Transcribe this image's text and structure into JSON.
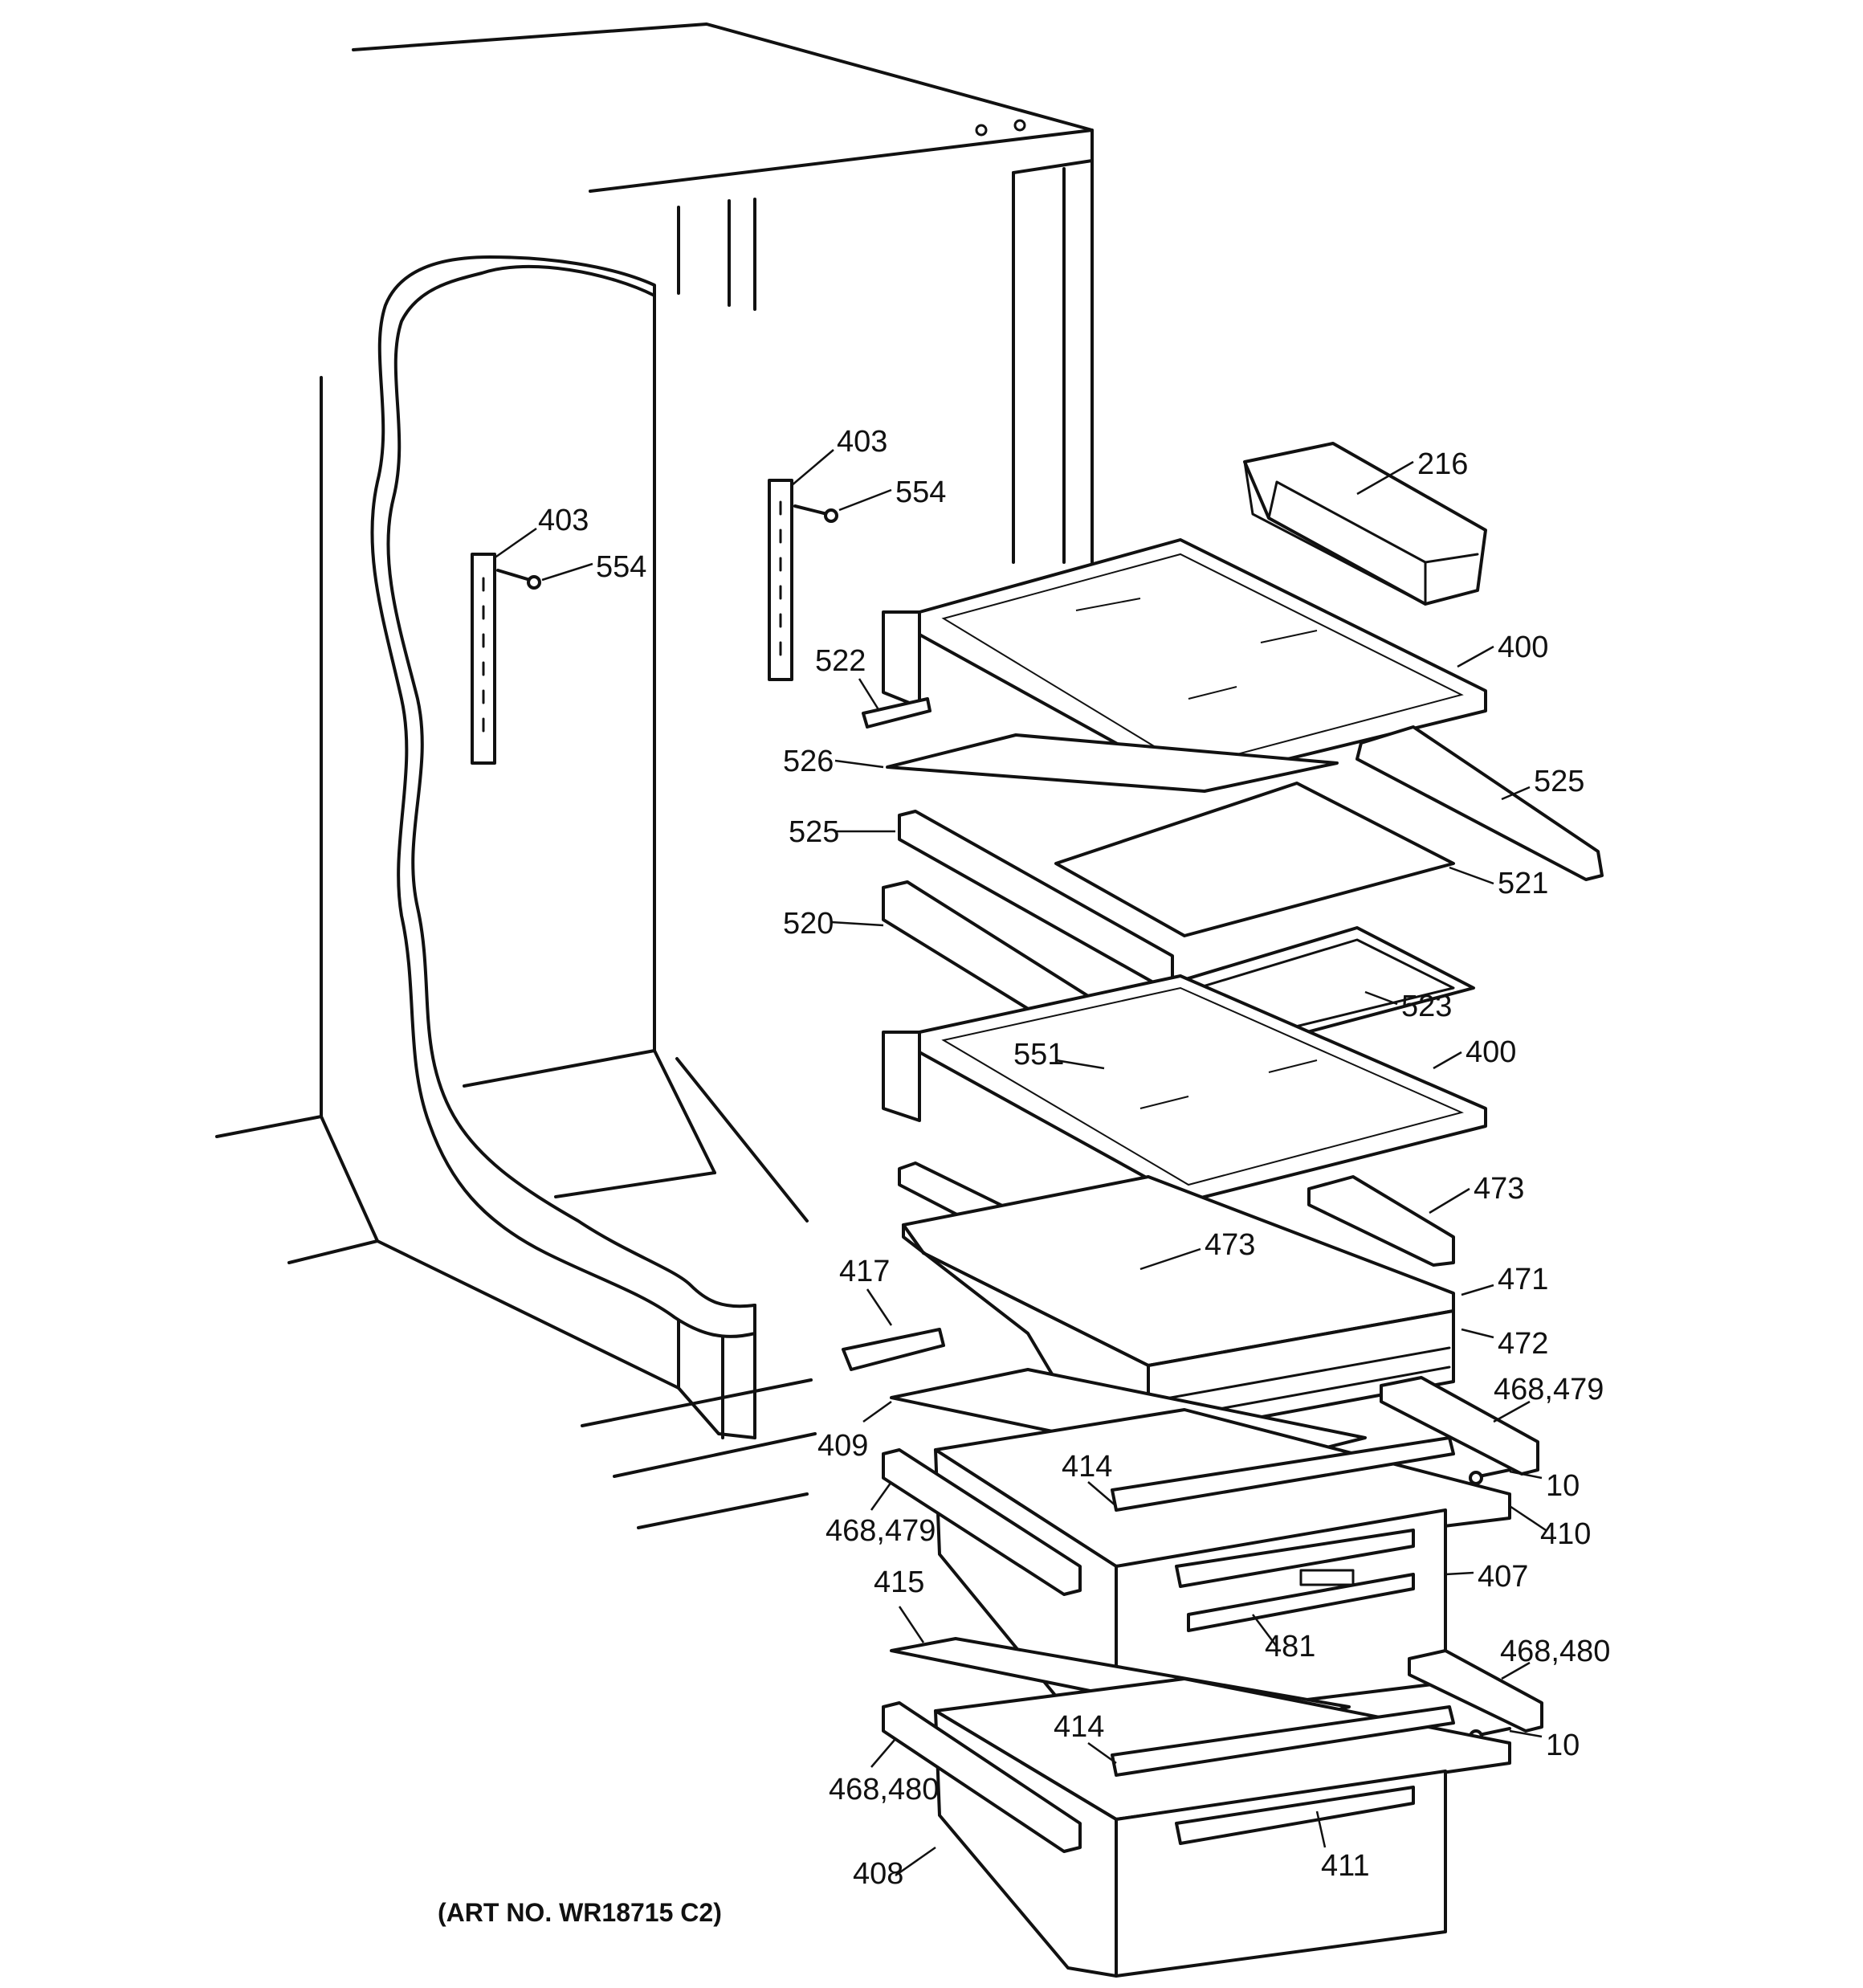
{
  "art_number": "(ART NO. WR18715 C2)",
  "labels": {
    "p403_right": "403",
    "p554_right": "554",
    "p403_left": "403",
    "p554_left": "554",
    "p216": "216",
    "p400_top": "400",
    "p522": "522",
    "p526": "526",
    "p525_right": "525",
    "p525_left": "525",
    "p521": "521",
    "p520": "520",
    "p523": "523",
    "p551": "551",
    "p400_mid": "400",
    "p473_right": "473",
    "p473_mid": "473",
    "p417": "417",
    "p471": "471",
    "p472": "472",
    "p468_479_right": "468,479",
    "p409": "409",
    "p414_top": "414",
    "p10_top": "10",
    "p468_479_left": "468,479",
    "p410": "410",
    "p407": "407",
    "p415": "415",
    "p481": "481",
    "p468_480_right": "468,480",
    "p414_bottom": "414",
    "p10_bottom": "10",
    "p468_480_left": "468,480",
    "p411": "411",
    "p408": "408"
  }
}
